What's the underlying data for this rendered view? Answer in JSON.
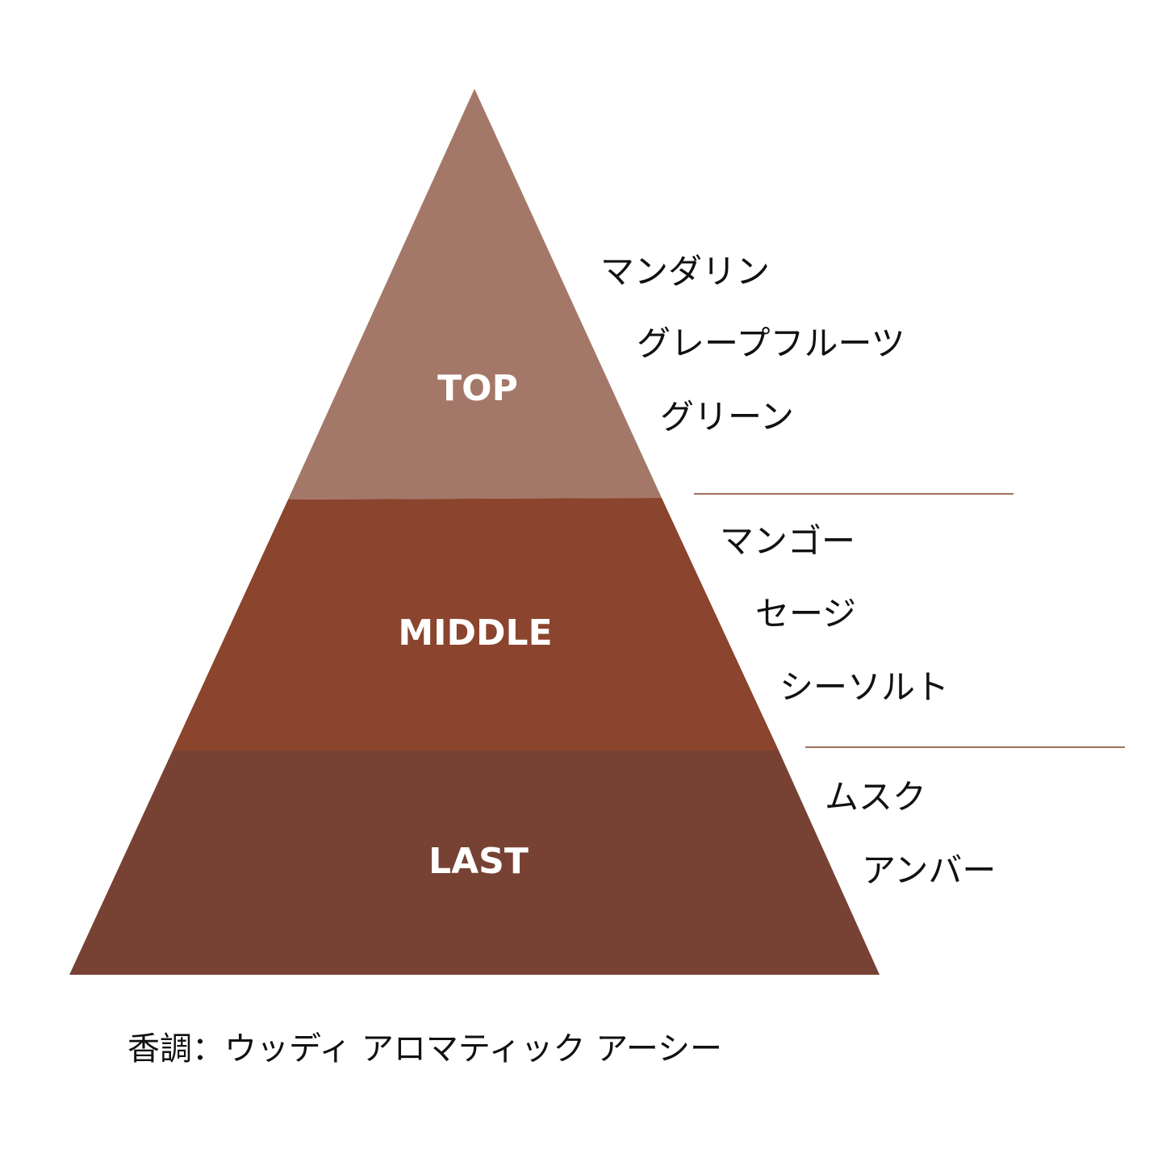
{
  "colors": {
    "top": "#a47868",
    "middle": "#8b442d",
    "last": "#774233",
    "divider": "#a0705e"
  },
  "tiers": [
    {
      "key": "top",
      "label": "TOP",
      "notes": [
        "マンダリン",
        "グレープフルーツ",
        "グリーン"
      ]
    },
    {
      "key": "middle",
      "label": "MIDDLE",
      "notes": [
        "マンゴー",
        "セージ",
        "シーソルト"
      ]
    },
    {
      "key": "last",
      "label": "LAST",
      "notes": [
        "ムスク",
        "アンバー"
      ]
    }
  ],
  "footer": {
    "text": "香調：ウッディ アロマティック アーシー"
  }
}
